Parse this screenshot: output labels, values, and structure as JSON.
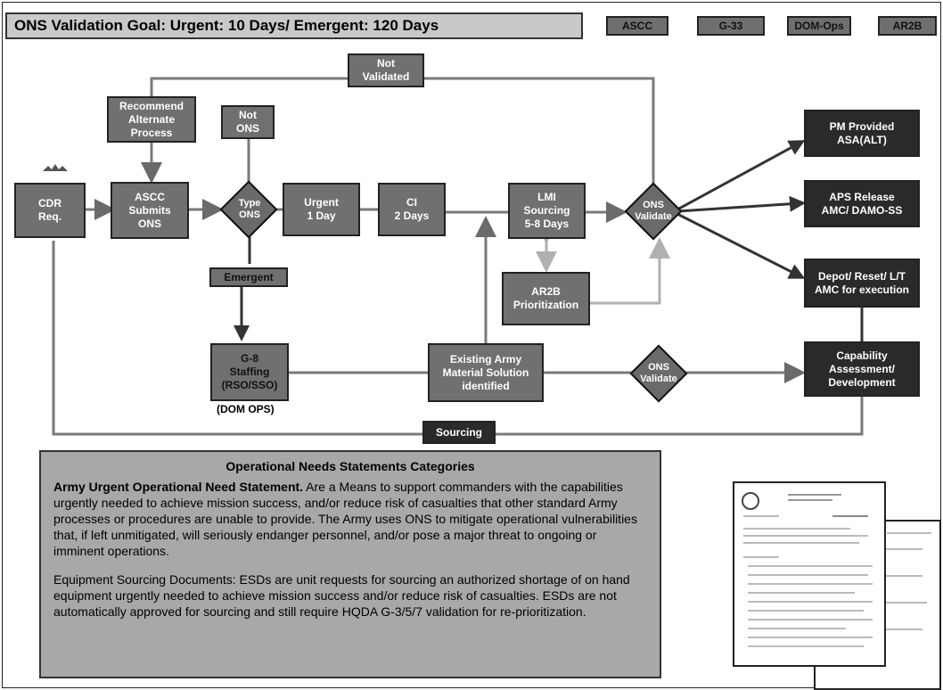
{
  "header": {
    "title": "ONS Validation Goal: Urgent: 10 Days/ Emergent: 120 Days"
  },
  "legend": [
    "ASCC",
    "G-33",
    "DOM-Ops",
    "AR2B"
  ],
  "nodes": {
    "not_validated": [
      "Not",
      "Validated"
    ],
    "recommend_alt": [
      "Recommend",
      "Alternate",
      "Process"
    ],
    "not_ons": [
      "Not",
      "ONS"
    ],
    "cdr_req": [
      "CDR",
      "Req."
    ],
    "ascc_submits": [
      "ASCC",
      "Submits",
      "ONS"
    ],
    "type_ons": [
      "Type",
      "ONS"
    ],
    "urgent": [
      "Urgent",
      "1 Day"
    ],
    "ci": [
      "CI",
      "2 Days"
    ],
    "lmi": [
      "LMI",
      "Sourcing",
      "5-8 Days"
    ],
    "ons_validate_top": [
      "ONS",
      "Validate"
    ],
    "pm_provided": [
      "PM Provided",
      "ASA(ALT)"
    ],
    "aps_release": [
      "APS Release",
      "AMC/ DAMO-SS"
    ],
    "depot": [
      "Depot/ Reset/ L/T",
      "AMC for execution"
    ],
    "emergent": [
      "Emergent"
    ],
    "ar2b": [
      "AR2B",
      "Prioritization"
    ],
    "g8": [
      "G-8",
      "Staffing",
      "(RSO/SSO)"
    ],
    "dom_ops": "(DOM OPS)",
    "existing": [
      "Existing Army",
      "Material  Solution",
      "identified"
    ],
    "ons_validate_bottom": [
      "ONS",
      "Validate"
    ],
    "capability": [
      "Capability",
      "Assessment/",
      "Development"
    ],
    "sourcing": [
      "Sourcing"
    ]
  },
  "categories": {
    "title": "Operational Needs Statements Categories",
    "p1_bold": "Army Urgent Operational Need Statement.",
    "p1_text": "  Are a Means to support commanders with the capabilities urgently needed to achieve mission success, and/or reduce risk of casualties that other standard Army processes or procedures are unable to provide.  The Army uses ONS to mitigate operational vulnerabilities that, if left unmitigated, will seriously endanger personnel, and/or pose a major threat to ongoing or imminent operations.",
    "p2": "Equipment Sourcing Documents:  ESDs are unit requests for sourcing an authorized shortage of on hand equipment urgently needed to achieve mission success and/or reduce risk of casualties.  ESDs are not automatically approved for sourcing and still require HQDA G-3/5/7 validation for re-prioritization."
  }
}
